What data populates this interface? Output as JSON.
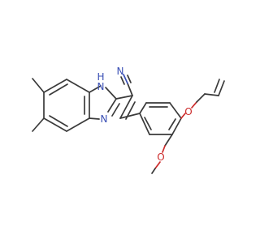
{
  "molecule": {
    "atom_colors": {
      "carbon": "#3a3a3a",
      "nitrogen": "#3a4fb5",
      "oxygen": "#cc2a2a"
    },
    "labels": {
      "nh": "H",
      "nh_n": "N",
      "ring_n": "N",
      "nitrile_n": "N",
      "ether_o": "O",
      "methoxy_o": "O"
    }
  }
}
